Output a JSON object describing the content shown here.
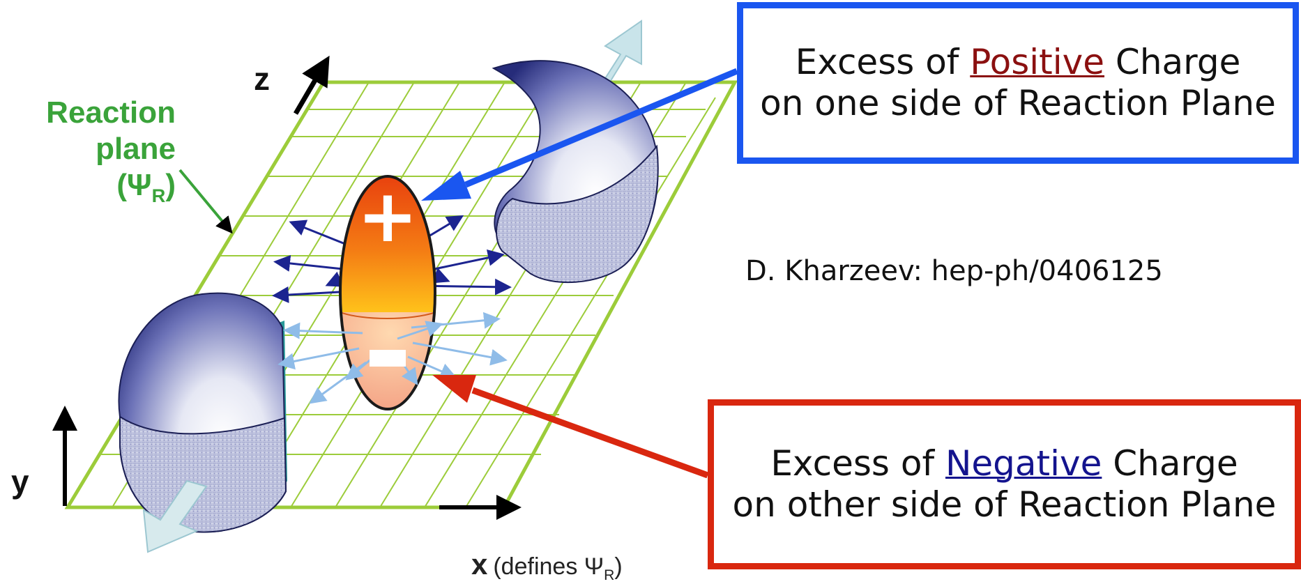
{
  "diagram": {
    "reaction_plane_label": {
      "line1": "Reaction",
      "line2": "plane",
      "psi": "(Ψ",
      "psi_sub": "R",
      "psi_close": ")"
    },
    "axes": {
      "z": "z",
      "y": "y",
      "x": "x",
      "x_note_prefix": "(defines Ψ",
      "x_note_sub": "R",
      "x_note_suffix": ")"
    },
    "charges": {
      "positive": "+",
      "negative": "-"
    }
  },
  "positive_box": {
    "prefix": "Excess of ",
    "highlight": "Positive",
    "suffix": " Charge",
    "line2": "on one side of Reaction Plane",
    "border_color": "#1a56f0",
    "highlight_color": "#8b1010"
  },
  "negative_box": {
    "prefix": "Excess of ",
    "highlight": "Negative",
    "suffix": " Charge",
    "line2": "on other side of Reaction Plane",
    "border_color": "#d9270f",
    "highlight_color": "#14148e"
  },
  "citation": "D. Kharzeev: hep-ph/0406125"
}
